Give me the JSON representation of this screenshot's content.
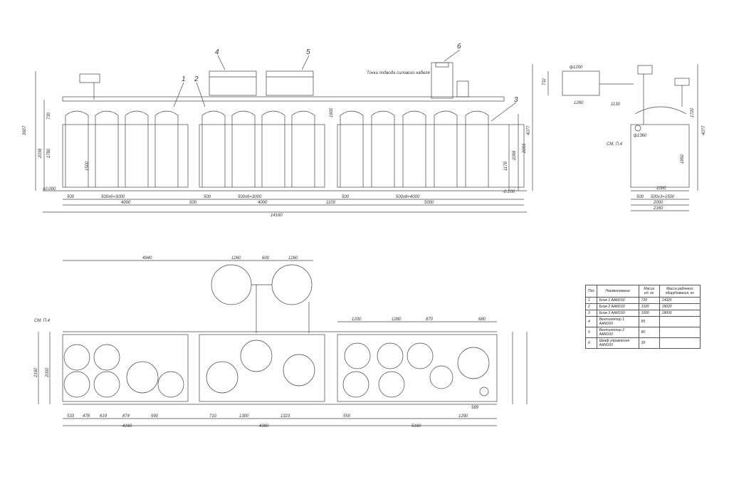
{
  "elevation": {
    "callouts": [
      "1",
      "2",
      "3",
      "4",
      "5",
      "6"
    ],
    "note": "Точка подвода силового кабеля",
    "overall_height": "3607",
    "overall_height_2": "4077",
    "level_zero": "±0.000",
    "level_below": "-0.100",
    "block_spacing": [
      "500",
      "500х6=3000",
      "500",
      "500х6=3000",
      "500",
      "500х8=4000"
    ],
    "block_lengths": [
      "4000",
      "4000",
      "5000"
    ],
    "gaps": [
      "500",
      "1100"
    ],
    "total_length": "14160",
    "heights": [
      "730",
      "1780",
      "2038",
      "1500",
      "1600",
      "2093",
      "1178",
      "2088"
    ]
  },
  "side_view": {
    "dims": [
      "ф1200",
      "1260",
      "1000",
      "2000",
      "2160",
      "500",
      "500х3=1500"
    ],
    "heights": [
      "732",
      "1130",
      "4077",
      "1720",
      "1850"
    ],
    "label": "СМ. П.4",
    "dia": "ф1360"
  },
  "plan": {
    "top_dims": [
      "4940",
      "1260",
      "600",
      "1260"
    ],
    "label": "СМ. П.4",
    "row_dims": [
      "1200",
      "1280",
      "870",
      "680"
    ],
    "left_dims": [
      "2160",
      "2000"
    ],
    "bottom_dims": [
      "533",
      "478",
      "619",
      "874",
      "990",
      "710",
      "1300",
      "1323",
      "550",
      "1290",
      "589"
    ],
    "block_lengths": [
      "4160",
      "4360",
      "5160"
    ]
  },
  "spec_table": {
    "headers": [
      "Поз",
      "Наименование",
      "Масса ед. кг",
      "Масса рабочего оборудования, кг"
    ],
    "rows": [
      [
        "1",
        "Блок 1 ААМ160",
        "720",
        "14320"
      ],
      [
        "2",
        "Блок 2 ААМ160",
        "1020",
        "18020"
      ],
      [
        "3",
        "Блок 3 ААМ160",
        "1000",
        "18000"
      ],
      [
        "4",
        "Вентилятор 1 ААМ160",
        "85",
        ""
      ],
      [
        "5",
        "Вентилятор 2 ААМ160",
        "80",
        ""
      ],
      [
        "6",
        "Шкаф управления ААМ160",
        "35",
        ""
      ]
    ]
  }
}
